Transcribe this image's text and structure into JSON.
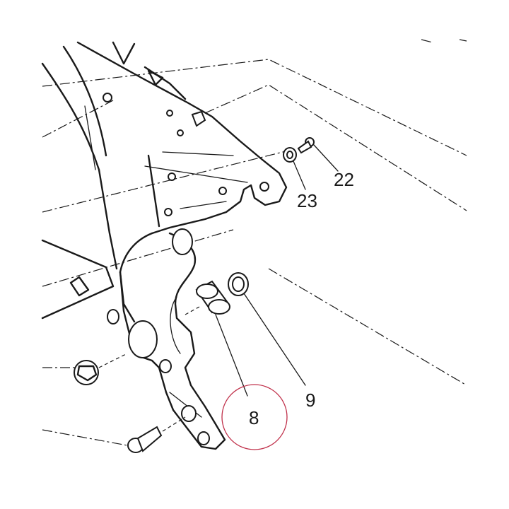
{
  "diagram": {
    "callouts": [
      {
        "id": "8",
        "label": "8"
      },
      {
        "id": "9",
        "label": "9"
      },
      {
        "id": "22",
        "label": "22"
      },
      {
        "id": "23",
        "label": "23"
      }
    ],
    "highlight_color": "#c0304a"
  }
}
